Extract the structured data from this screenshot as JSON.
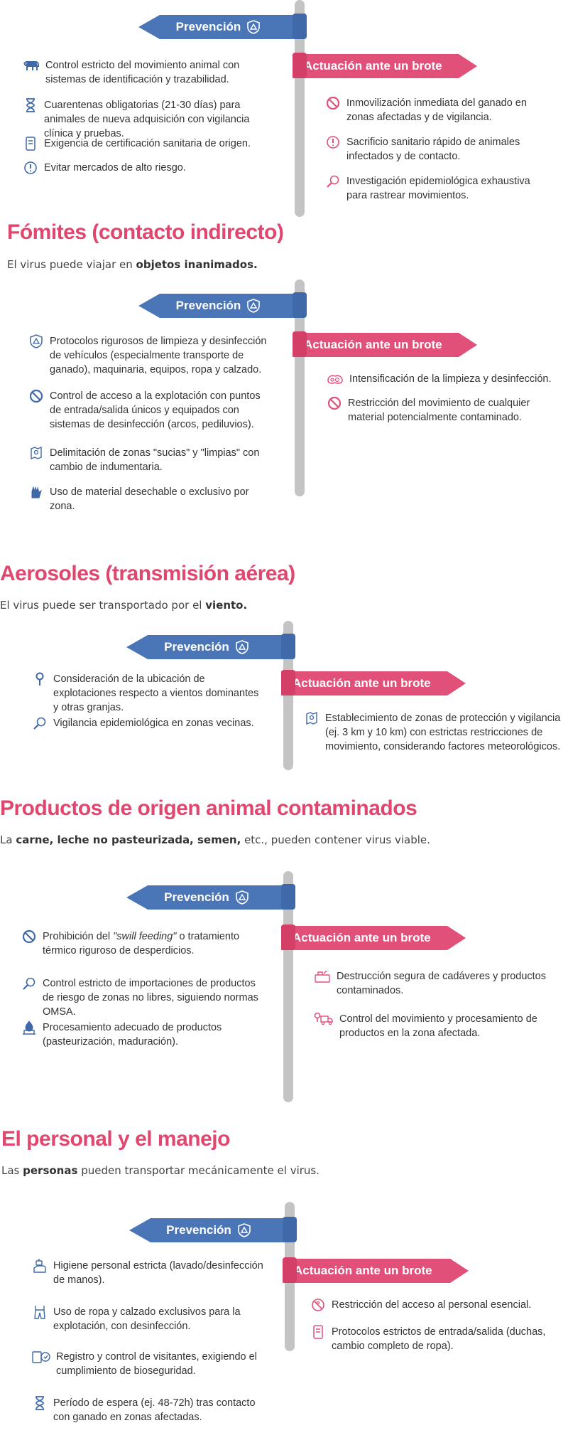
{
  "common": {
    "prevention_label": "Prevención",
    "action_label": "Actuación ante un brote"
  },
  "colors": {
    "brand_pink": "#e0466e",
    "prevention_blue": "#4a76b8",
    "action_pink": "#e05078",
    "pole_grey": "#c4c4c4"
  },
  "s1": {
    "prevention": [
      {
        "icon": "cow-icon",
        "text": "Control estricto del movimiento animal con sistemas de identificación y trazabilidad."
      },
      {
        "icon": "hourglass-icon",
        "text": "Cuarentenas obligatorias (21-30 días) para animales de nueva adquisición con vigilancia clínica y pruebas."
      },
      {
        "icon": "certificate-icon",
        "text": "Exigencia de certificación sanitaria de origen."
      },
      {
        "icon": "alert-icon",
        "text": "Evitar mercados de alto riesgo."
      }
    ],
    "action": [
      {
        "icon": "forbidden-icon",
        "text": "Inmovilización inmediata del ganado en zonas afectadas y de vigilancia."
      },
      {
        "icon": "alert-icon",
        "text": "Sacrificio sanitario rápido de animales infectados y de contacto."
      },
      {
        "icon": "magnifier-icon",
        "text": "Investigación epidemiológica exhaustiva para rastrear movimientos."
      }
    ]
  },
  "s2": {
    "title": "Fómites (contacto indirecto)",
    "subtitle_pre": "El virus puede viajar en ",
    "subtitle_bold": "objetos inanimados.",
    "prevention": [
      {
        "icon": "shield-warning-icon",
        "text": "Protocolos rigurosos de limpieza y desinfección de vehículos (especialmente transporte de ganado), maquinaria, equipos, ropa y calzado."
      },
      {
        "icon": "forbidden-icon",
        "text": "Control de acceso a la explotación con puntos de entrada/salida únicos y equipados con sistemas de desinfección (arcos, pediluvios)."
      },
      {
        "icon": "map-icon",
        "text": "Delimitación de zonas \"sucias\" y \"limpias\" con cambio de indumentaria."
      },
      {
        "icon": "gloves-icon",
        "text": "Uso de material desechable o exclusivo por zona."
      }
    ],
    "action": [
      {
        "icon": "cleaning-icon",
        "text": "Intensificación de la limpieza y desinfección."
      },
      {
        "icon": "forbidden-icon",
        "text": "Restricción del movimiento de cualquier material potencialmente contaminado."
      }
    ]
  },
  "s3": {
    "title": "Aerosoles (transmisión aérea)",
    "subtitle_pre": "El virus puede ser transportado por el ",
    "subtitle_bold": "viento.",
    "prevention": [
      {
        "icon": "location-pin-icon",
        "text": "Consideración de la ubicación de explotaciones respecto a vientos dominantes y otras granjas."
      },
      {
        "icon": "magnifier-icon",
        "text": "Vigilancia epidemiológica en zonas vecinas."
      }
    ],
    "action": [
      {
        "icon": "map-icon",
        "text": "Establecimiento de zonas de protección y vigilancia (ej. 3 km y 10 km) con estrictas restricciones de movimiento, considerando factores meteorológicos."
      }
    ]
  },
  "s4": {
    "title": "Productos de origen animal contaminados",
    "subtitle_pre": "La ",
    "subtitle_bold": "carne, leche no pasteurizada, semen,",
    "subtitle_post": " etc., pueden contener virus viable.",
    "prevention": [
      {
        "icon": "forbidden-icon",
        "text_pre": "Prohibición del ",
        "text_em": "\"swill feeding\"",
        "text_post": " o tratamiento térmico riguroso de desperdicios."
      },
      {
        "icon": "magnifier-icon",
        "text": "Control estricto de importaciones de productos de riesgo de zonas no libres, siguiendo normas OMSA."
      },
      {
        "icon": "processing-icon",
        "text": "Procesamiento adecuado de productos (pasteurización, maduración)."
      }
    ],
    "action": [
      {
        "icon": "disposal-icon",
        "text": "Destrucción segura de cadáveres y productos contaminados."
      },
      {
        "icon": "truck-pin-icon",
        "text": "Control del movimiento y procesamiento de productos en la zona afectada."
      }
    ]
  },
  "s5": {
    "title": "El personal y el manejo",
    "subtitle_pre": "Las ",
    "subtitle_bold": "personas",
    "subtitle_post": " pueden transportar mecánicamente el virus.",
    "prevention": [
      {
        "icon": "hand-wash-icon",
        "text": "Higiene personal estricta (lavado/desinfección de manos)."
      },
      {
        "icon": "overalls-icon",
        "text": "Uso de ropa y calzado exclusivos para la explotación, con desinfección."
      },
      {
        "icon": "register-icon",
        "text": "Registro y control de visitantes, exigiendo el cumplimiento de bioseguridad."
      },
      {
        "icon": "hourglass-icon",
        "text": "Período de espera (ej. 48-72h) tras contacto con ganado en zonas afectadas."
      }
    ],
    "action": [
      {
        "icon": "no-entry-person-icon",
        "text": "Restricción del acceso al personal esencial."
      },
      {
        "icon": "checklist-icon",
        "text": "Protocolos estrictos de entrada/salida (duchas, cambio completo de ropa)."
      }
    ]
  }
}
